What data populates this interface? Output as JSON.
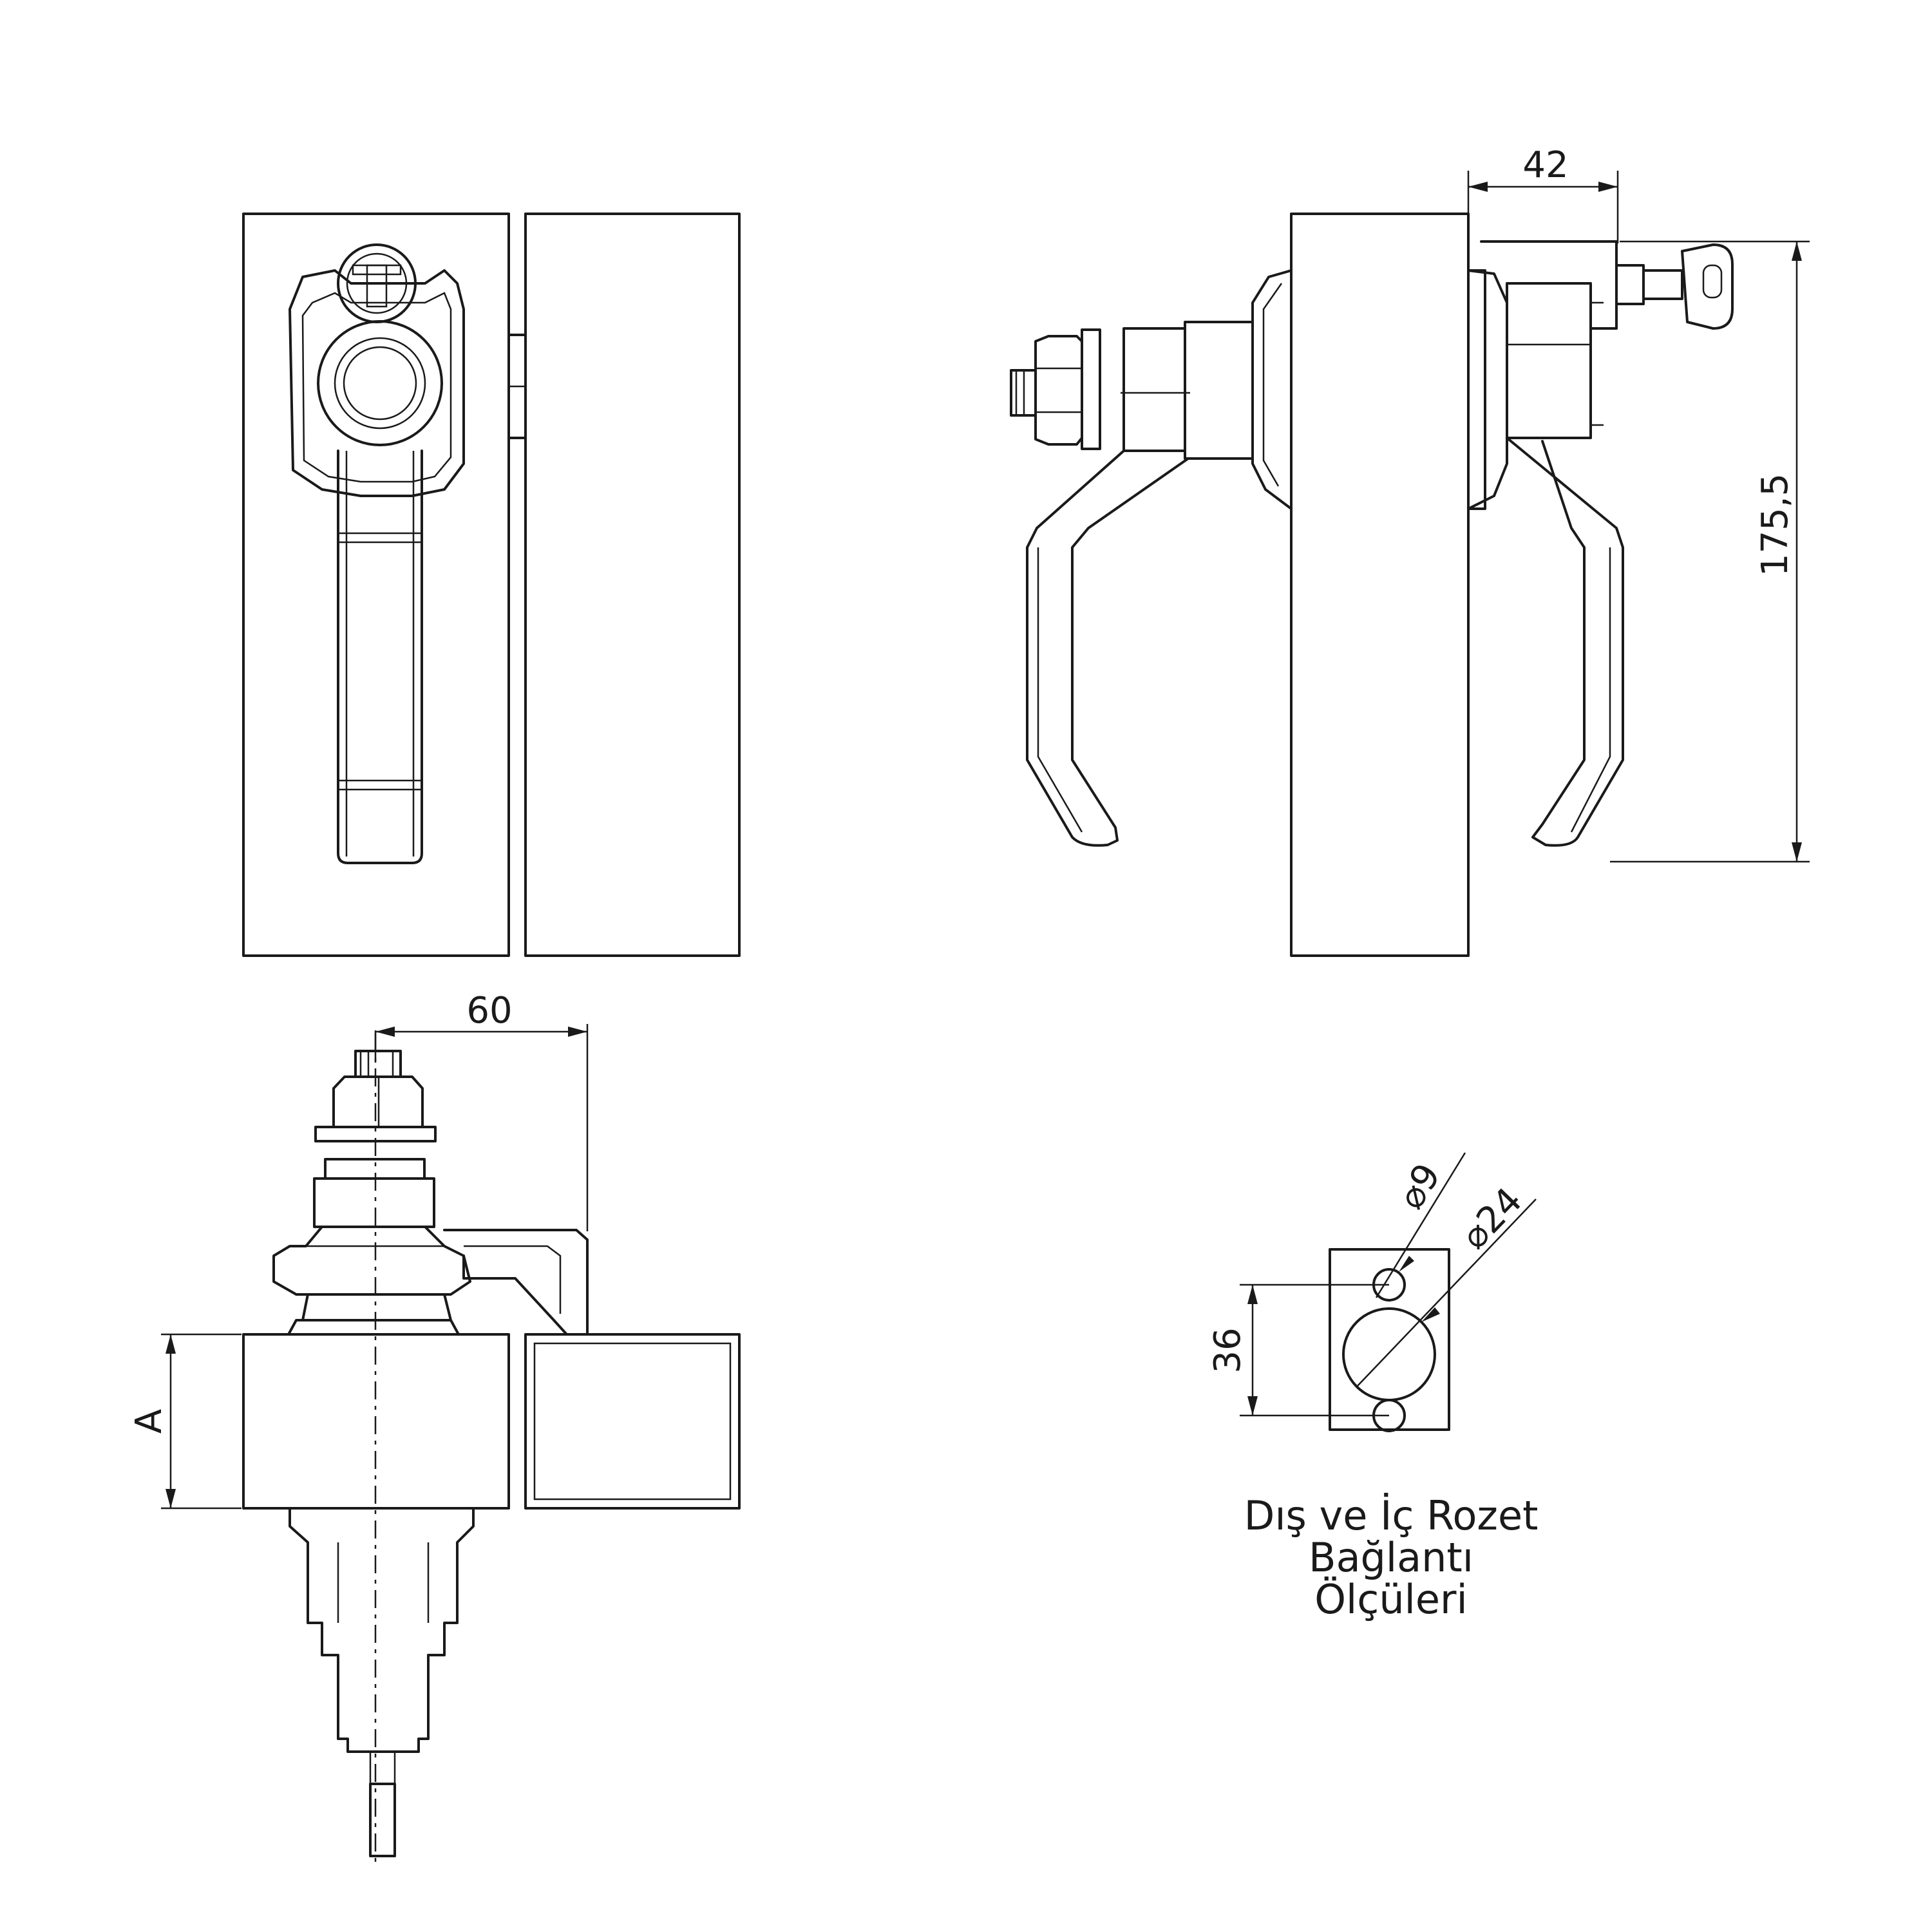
{
  "dimensions": {
    "depth_left": "60",
    "depth_right": "42",
    "height": "175,5",
    "hole_spacing": "36",
    "small_hole": "9",
    "large_hole": "24",
    "door_thickness": "A",
    "diameter_symbol": "⌀"
  },
  "caption": {
    "line1": "Dış ve İç Rozet",
    "line2": "Bağlantı",
    "line3": "Ölçüleri"
  },
  "icons": {
    "key": "key-icon"
  }
}
